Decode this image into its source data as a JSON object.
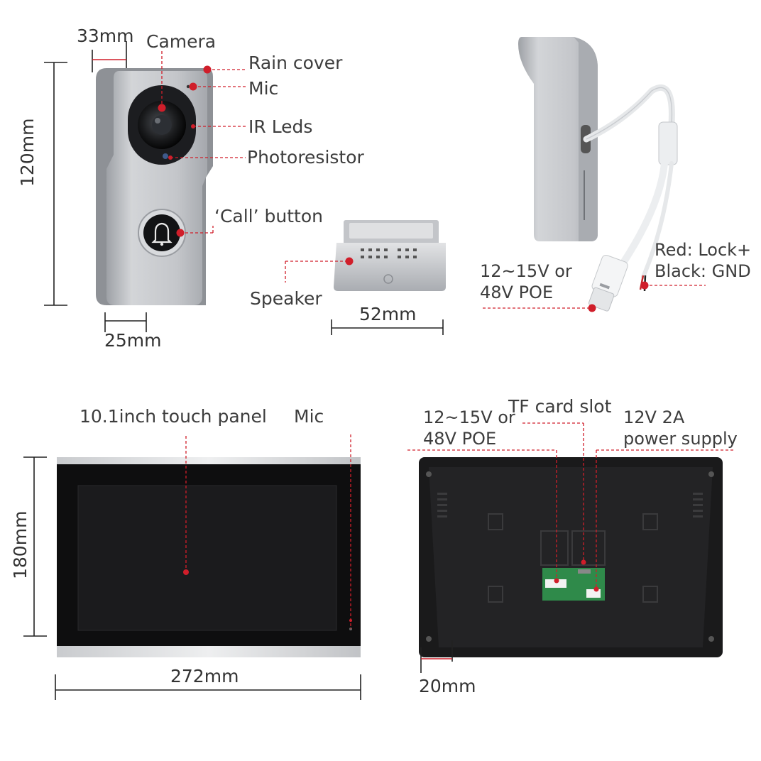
{
  "doorbell": {
    "width_dim": "33mm",
    "height_dim": "120mm",
    "depth_dim": "25mm",
    "labels": {
      "camera": "Camera",
      "rain_cover": "Rain cover",
      "mic": "Mic",
      "ir_leds": "IR Leds",
      "photoresistor": "Photoresistor",
      "call_button": "‘Call’ button"
    }
  },
  "speaker_box": {
    "label": "Speaker",
    "width_dim": "52mm"
  },
  "cable": {
    "power_line1": "12~15V or",
    "power_line2": "48V POE",
    "wire_red": "Red:  Lock+",
    "wire_black": "Black:  GND"
  },
  "monitor_front": {
    "panel_label": "10.1inch touch panel",
    "mic_label": "Mic",
    "height_dim": "180mm",
    "width_dim": "272mm"
  },
  "monitor_back": {
    "power_line1": "12~15V or",
    "power_line2": "48V POE",
    "tf_slot": "TF card slot",
    "supply_line1": "12V 2A",
    "supply_line2": "power supply",
    "depth_dim": "20mm"
  },
  "colors": {
    "callout": "#d01e2a",
    "dimension": "#222222",
    "device_silver": "#b9bcc1",
    "screen_black": "#111111"
  }
}
